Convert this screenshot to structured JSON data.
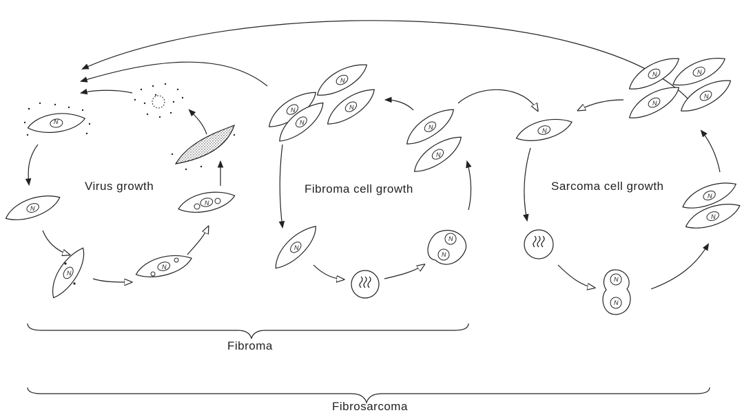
{
  "labels": {
    "virus_growth": "Virus growth",
    "fibroma_cell_growth": "Fibroma cell growth",
    "sarcoma_cell_growth": "Sarcoma cell growth",
    "fibroma": "Fibroma",
    "fibrosarcoma": "Fibrosarcoma",
    "nucleus": "N"
  }
}
